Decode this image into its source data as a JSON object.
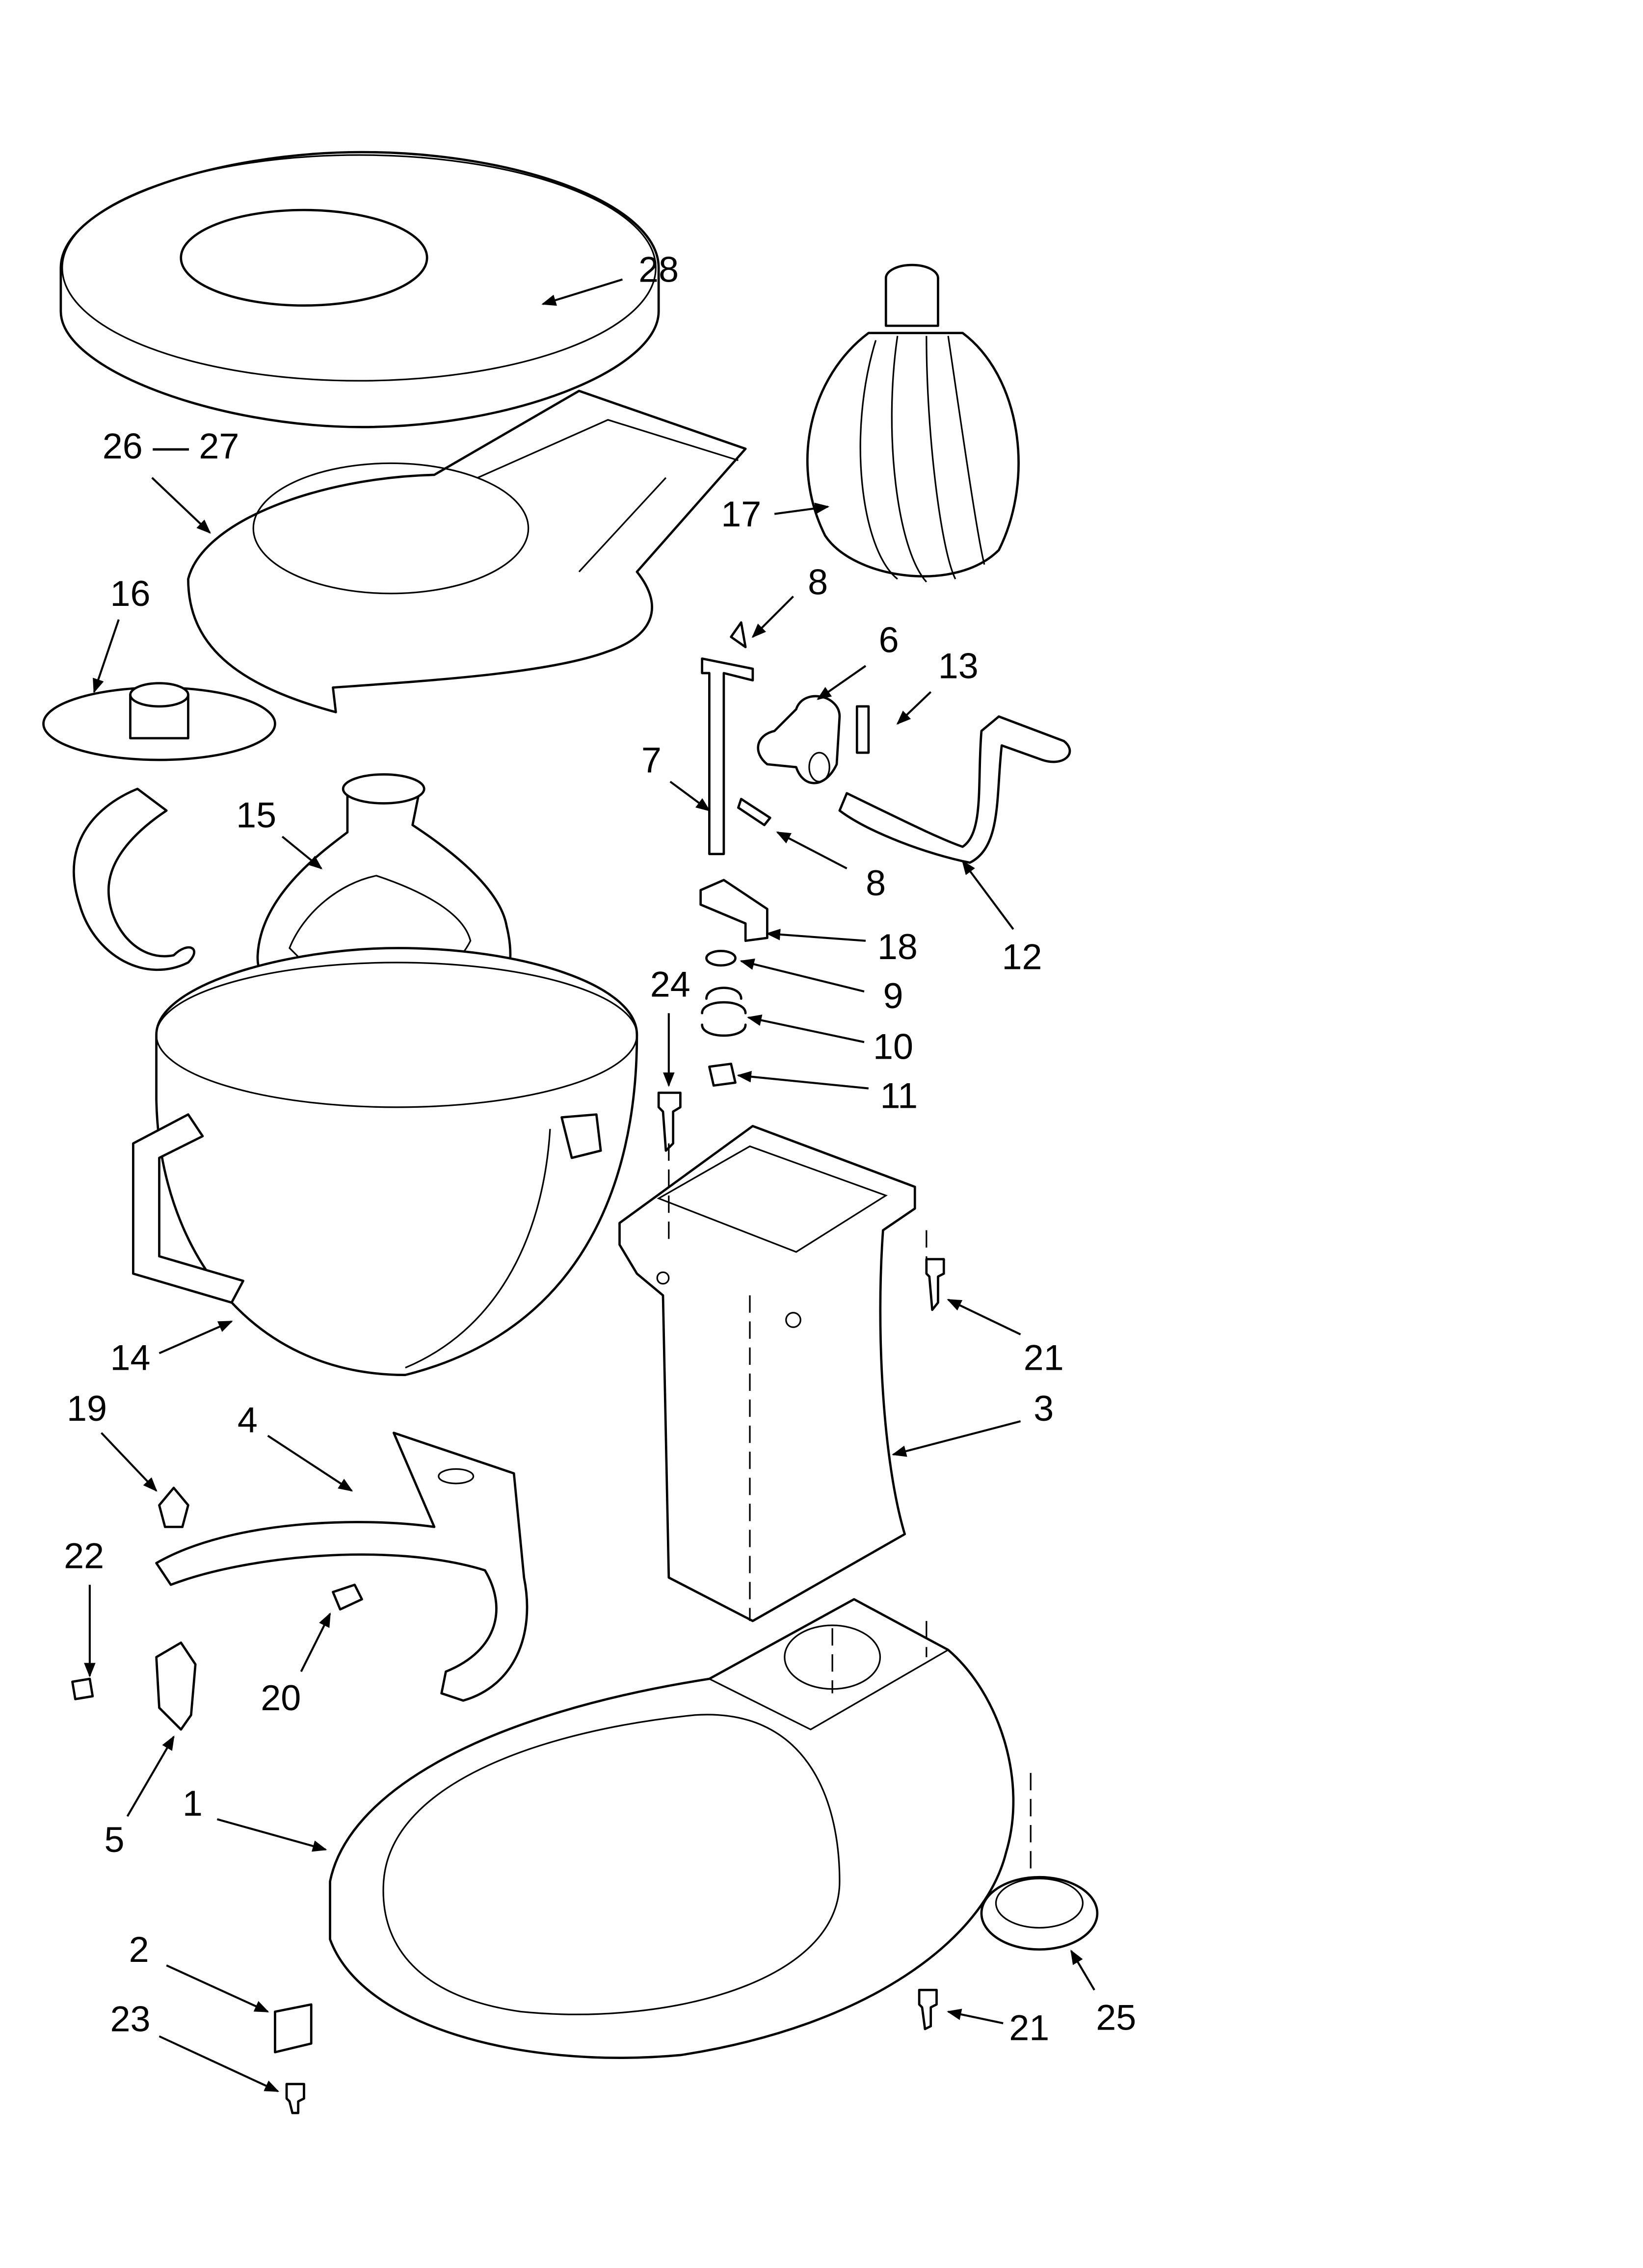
{
  "diagram": {
    "type": "exploded-parts-diagram",
    "callouts": {
      "c28": "28",
      "c26_27": "26 — 27",
      "c17": "17",
      "c16": "16",
      "c8a": "8",
      "c6": "6",
      "c13": "13",
      "c7": "7",
      "c8b": "8",
      "c15": "15",
      "c12": "12",
      "c18": "18",
      "c9": "9",
      "c24": "24",
      "c10": "10",
      "c11": "11",
      "c21a": "21",
      "c14": "14",
      "c3": "3",
      "c19": "19",
      "c4": "4",
      "c22": "22",
      "c20": "20",
      "c5": "5",
      "c1": "1",
      "c2": "2",
      "c23": "23",
      "c21b": "21",
      "c25": "25"
    }
  }
}
